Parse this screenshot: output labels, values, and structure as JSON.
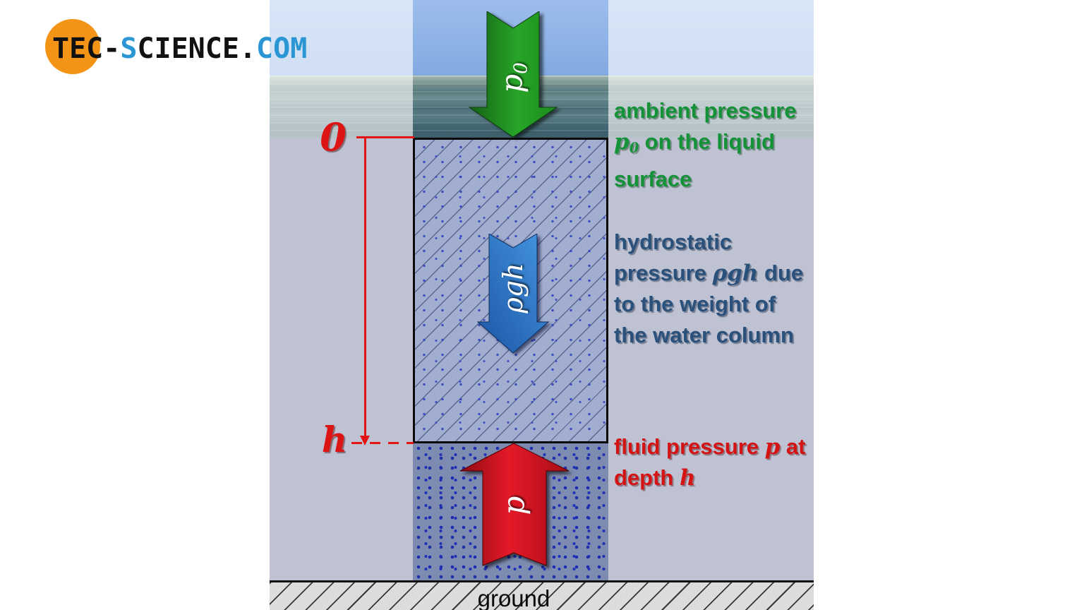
{
  "logo": {
    "tec": "TEC",
    "dash": "-",
    "s": "S",
    "cience": "CIENCE",
    "dot": ".",
    "com": "COM"
  },
  "dimension": {
    "zero": "0",
    "h": "h"
  },
  "arrows": {
    "ambient": {
      "label_main": "p",
      "label_sub": "0"
    },
    "hydrostatic": {
      "label": "ρgh"
    },
    "fluid": {
      "label": "p"
    }
  },
  "annotations": {
    "ambient": {
      "line1": "ambient pressure",
      "l2_math": "p",
      "l2_sub": "0",
      "l2_rest": " on the liquid",
      "line3": "surface"
    },
    "hydrostatic": {
      "line1": "hydrostatic",
      "l2_pre": "pressure ",
      "l2_math": "ρgh",
      "l2_post": " due",
      "line3": "to the weight of",
      "line4": "the water column"
    },
    "fluid": {
      "l1_pre": "fluid pressure ",
      "l1_math": "p",
      "l1_post": " at",
      "l2_pre": "depth ",
      "l2_math": "h"
    }
  },
  "ground_label": "ground",
  "colors": {
    "logo_orange": "#f49416",
    "logo_blue": "#2a96d4",
    "sky": "#8db1e6",
    "sea": "#54767c",
    "underwater": "#bec2d3",
    "column_fill": "#a2aed0",
    "deep_fill": "#7d8bb0",
    "ground_fill": "#dcdcdc",
    "green_arrow_dark": "#177218",
    "green_arrow_bright": "#27a527",
    "blue_arrow_dark": "#1b55a5",
    "blue_arrow_bright": "#4595e0",
    "red_arrow_dark": "#8d0a10",
    "red_arrow_bright": "#e41a28",
    "green_text": "#149238",
    "blue_text": "#29517b",
    "red_text": "#d41414",
    "dimension_red": "#e51414"
  }
}
